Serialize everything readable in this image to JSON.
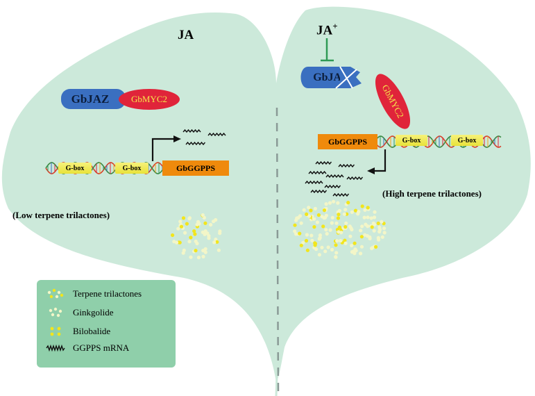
{
  "left": {
    "signal": "JA",
    "jaz_label": "GbJAZ",
    "myc2_label": "GbMYC2",
    "gbox1": "G-box",
    "gbox2": "G-box",
    "promoter": "GbGGPPS",
    "outcome": "(Low terpene trilactones)"
  },
  "right": {
    "signal": "JA",
    "signal_sup": "+",
    "jaz_label": "GbJAZ",
    "myc2_label": "GbMYC2",
    "promoter": "GbGGPPS",
    "gbox1": "G-box",
    "gbox2": "G-box",
    "outcome": "(High terpene trilactones)"
  },
  "legend": {
    "items": [
      {
        "label": "Terpene trilactones",
        "icon": "mixed-dots-icon"
      },
      {
        "label": "Ginkgolide",
        "icon": "pale-dots-icon"
      },
      {
        "label": "Bilobalide",
        "icon": "yellow-dots-icon"
      },
      {
        "label": "GGPPS mRNA",
        "icon": "mrna-wave-icon"
      }
    ]
  },
  "colors": {
    "leaf": "#cce9da",
    "legend_bg": "#8fcfaa",
    "jaz_blue": "#3a6fc0",
    "myc2_red": "#e0243a",
    "myc2_text": "#f4e64a",
    "promoter_orange": "#ef8a0c",
    "gbox_yellow": "#eee85a",
    "inhibit_green": "#2f9a55",
    "ginkgolide_dot": "#f3f6c8",
    "bilobalide_dot": "#f2e51c"
  }
}
